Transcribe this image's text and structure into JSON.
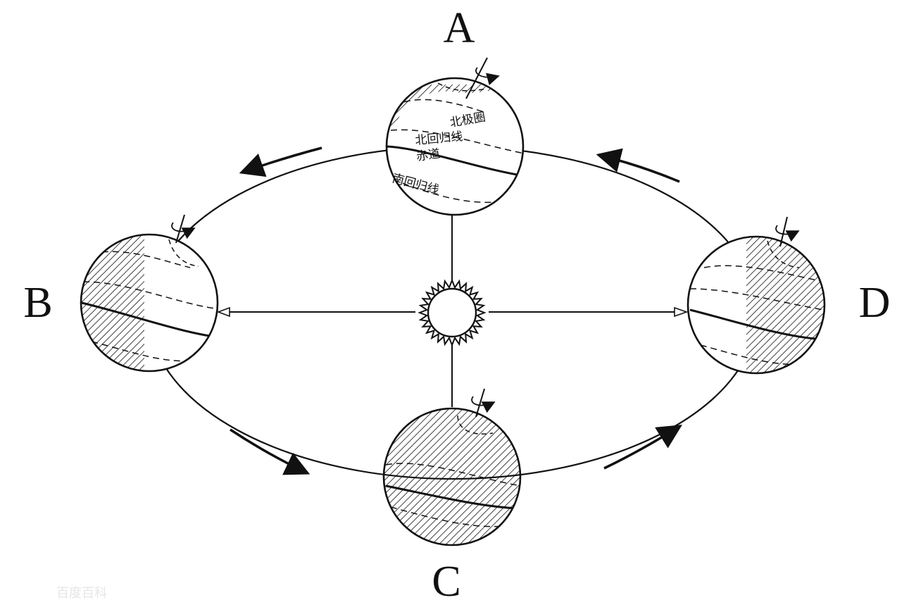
{
  "diagram": {
    "positions": {
      "top": "A",
      "left": "B",
      "bottom": "C",
      "right": "D"
    },
    "latitude_labels": {
      "arctic_circle": "北极圈",
      "tropic_of_cancer": "北回归线",
      "equator": "赤道",
      "tropic_of_capricorn": "南回归线"
    },
    "watermark": "百度百科"
  },
  "colors": {
    "line": "#111111",
    "background": "#ffffff",
    "watermark": "#e6e6e6"
  }
}
